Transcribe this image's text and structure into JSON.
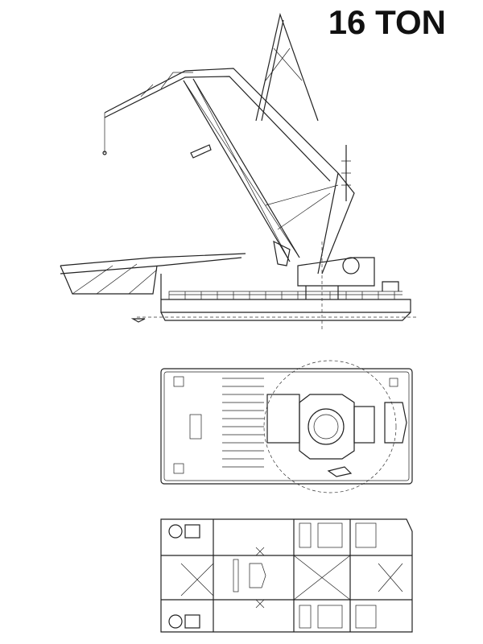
{
  "title": "16 TON",
  "views": [
    "side-elevation",
    "deck-plan",
    "hull-plan"
  ]
}
